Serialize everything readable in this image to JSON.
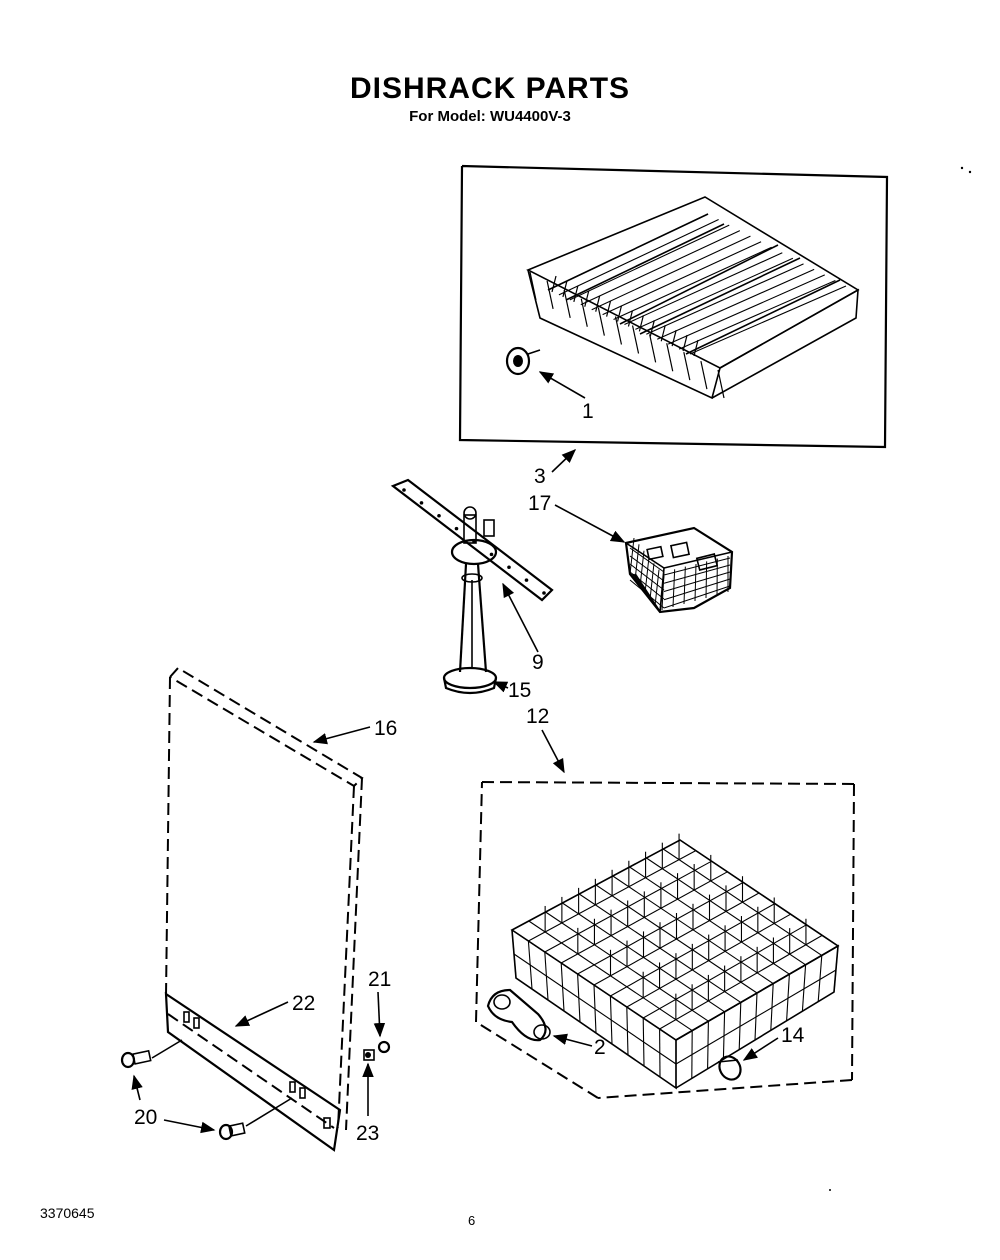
{
  "header": {
    "title": "DISHRACK PARTS",
    "subtitle": "For Model: WU4400V-3"
  },
  "footer": {
    "doc_number": "3370645",
    "page_number": "6"
  },
  "callouts": {
    "c1": "1",
    "c2": "2",
    "c3": "3",
    "c9": "9",
    "c12": "12",
    "c14": "14",
    "c15": "15",
    "c16": "16",
    "c17": "17",
    "c20": "20",
    "c21": "21",
    "c22": "22",
    "c23": "23"
  }
}
